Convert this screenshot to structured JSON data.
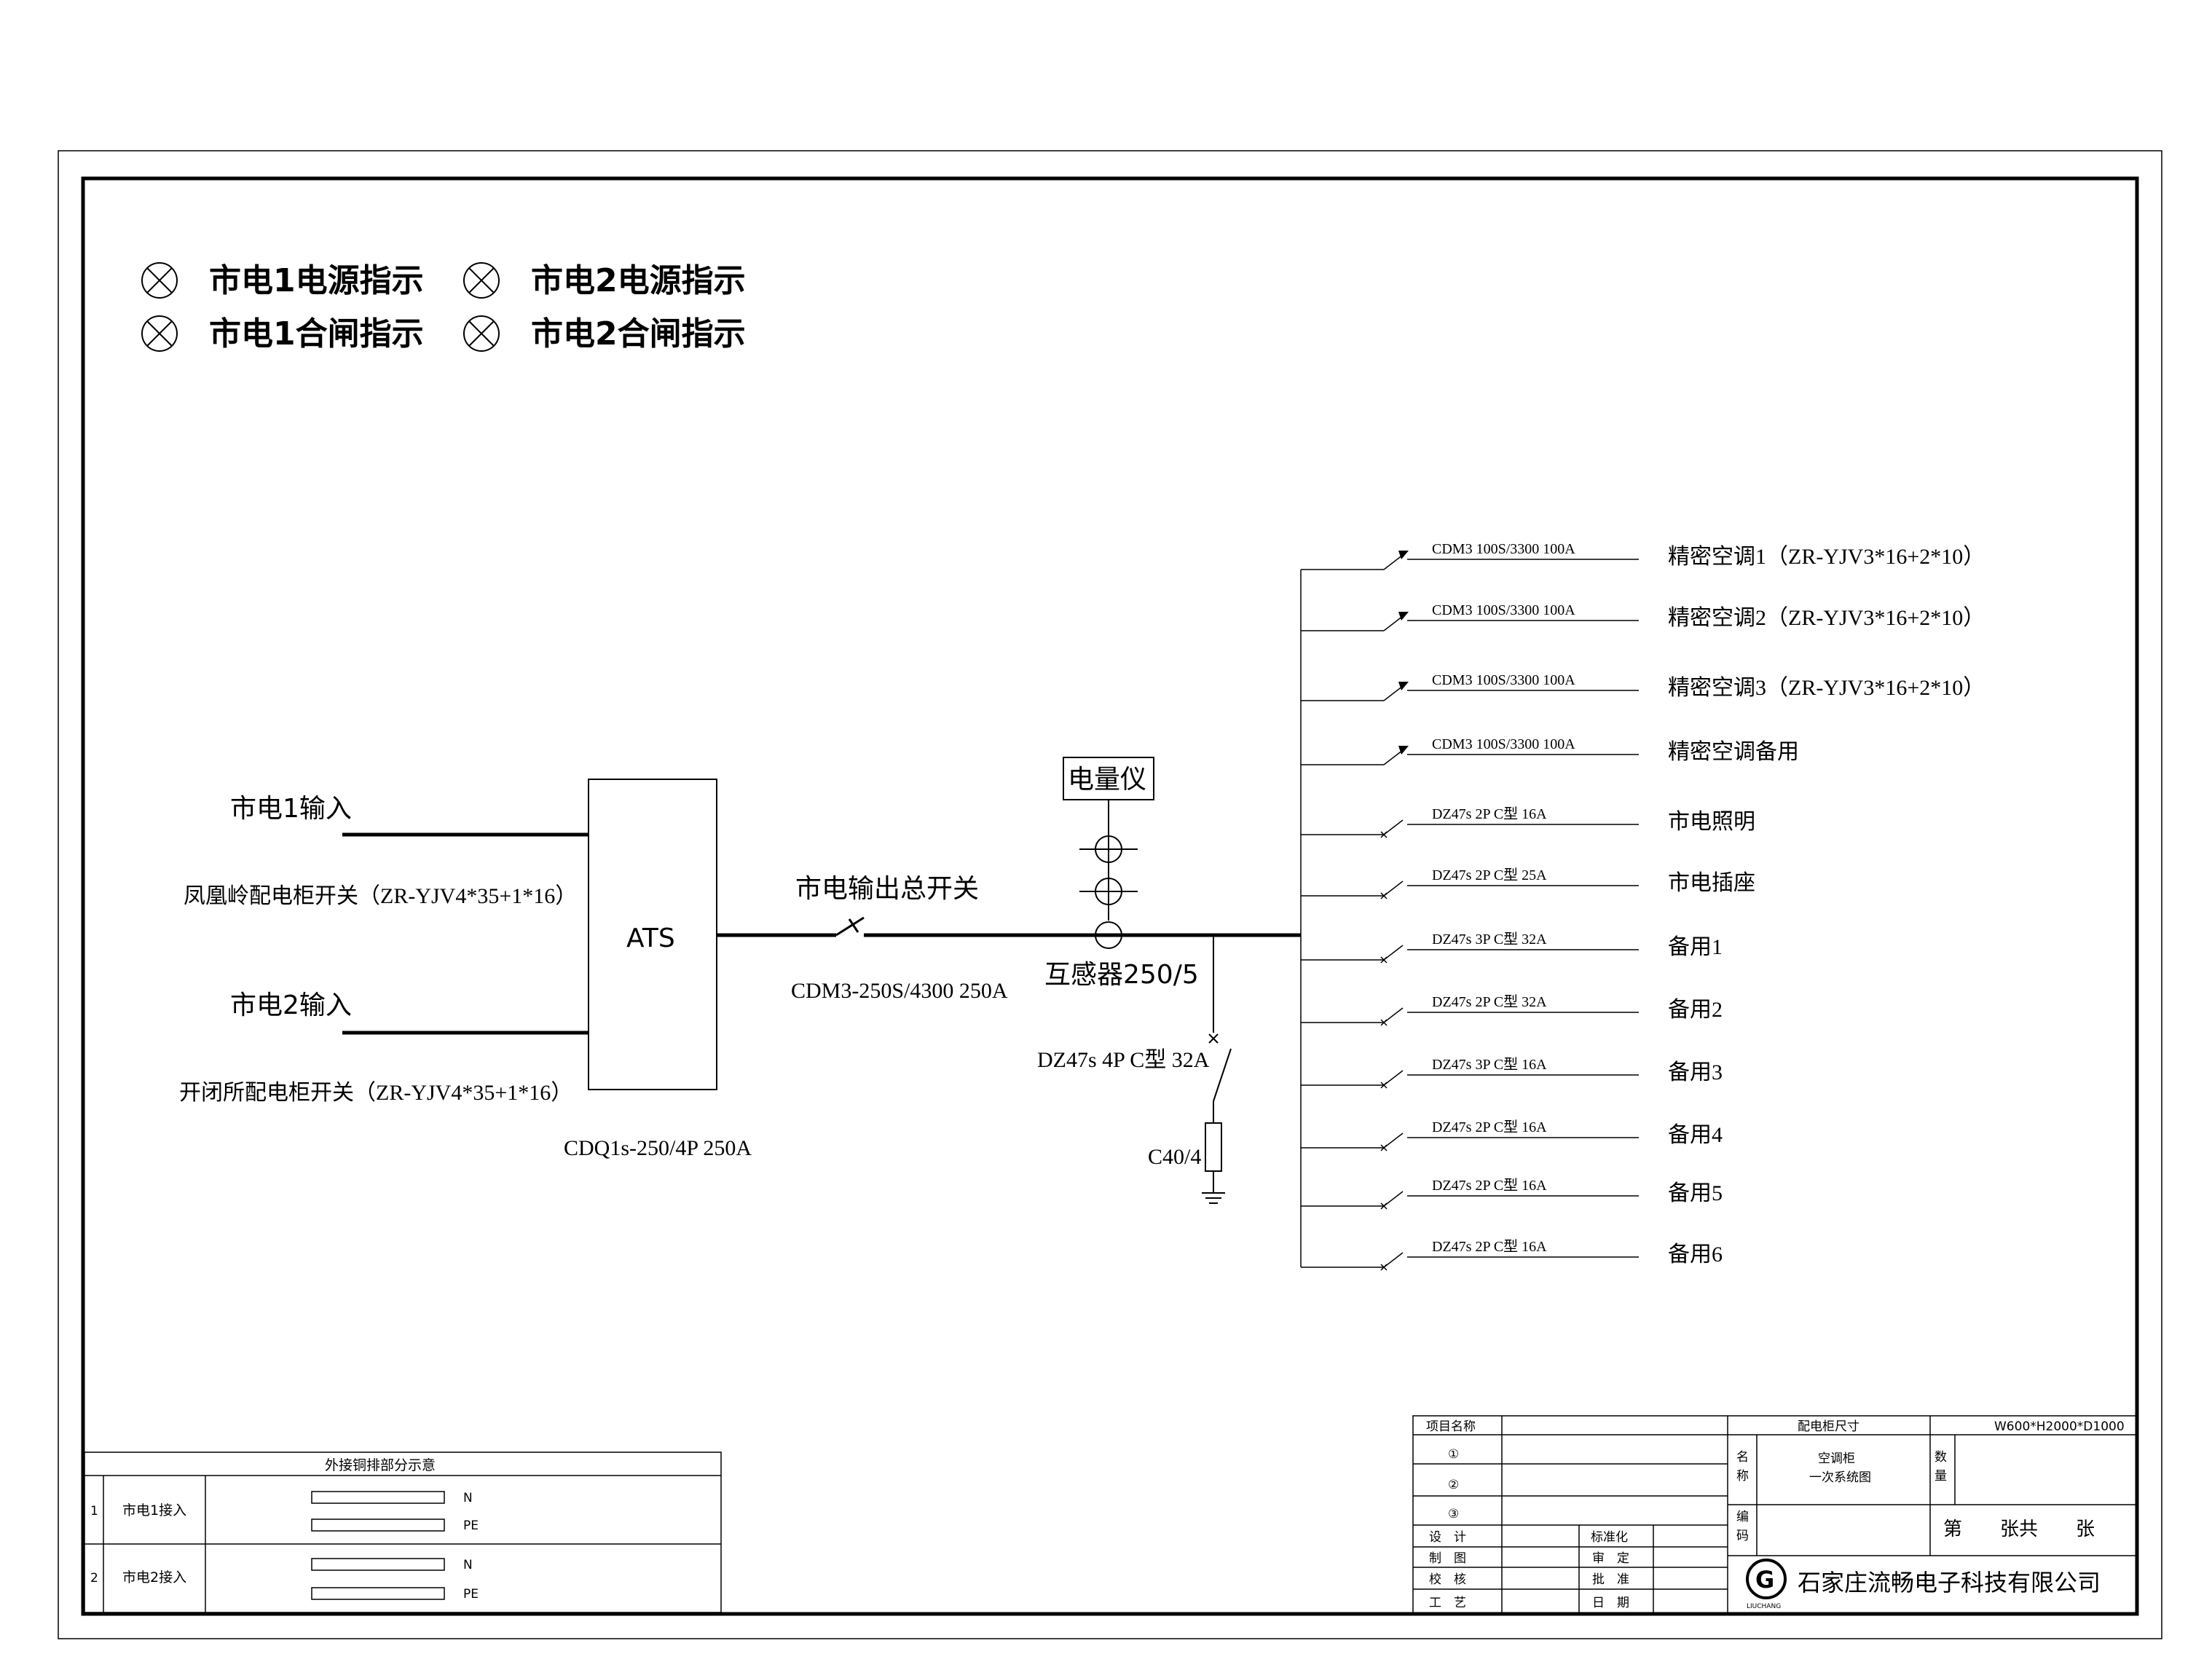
{
  "legend": [
    {
      "text": "市电1电源指示"
    },
    {
      "text": "市电2电源指示"
    },
    {
      "text": "市电1合闸指示"
    },
    {
      "text": "市电2合闸指示"
    }
  ],
  "inputs": {
    "in1_label": "市电1输入",
    "in1_source": "凤凰岭配电柜开关（ZR-YJV4*35+1*16）",
    "in2_label": "市电2输入",
    "in2_source": "开闭所配电柜开关（ZR-YJV4*35+1*16）"
  },
  "ats": {
    "label": "ATS",
    "model": "CDQ1s-250/4P 250A"
  },
  "main_switch": {
    "label": "市电输出总开关",
    "model": "CDM3-250S/4300 250A"
  },
  "meter": {
    "label": "电量仪",
    "ct": "互感器250/5"
  },
  "surge": {
    "breaker": "DZ47s 4P C型 32A",
    "spd": "C40/4"
  },
  "feeders": [
    {
      "breaker": "CDM3  100S/3300 100A",
      "load": "精密空调1（ZR-YJV3*16+2*10）",
      "type": "mccb"
    },
    {
      "breaker": "CDM3  100S/3300 100A",
      "load": "精密空调2（ZR-YJV3*16+2*10）",
      "type": "mccb"
    },
    {
      "breaker": "CDM3  100S/3300 100A",
      "load": "精密空调3（ZR-YJV3*16+2*10）",
      "type": "mccb"
    },
    {
      "breaker": "CDM3  100S/3300 100A",
      "load": "精密空调备用",
      "type": "mccb"
    },
    {
      "breaker": "DZ47s  2P  C型  16A",
      "load": "市电照明",
      "type": "mcb"
    },
    {
      "breaker": "DZ47s  2P  C型  25A",
      "load": "市电插座",
      "type": "mcb"
    },
    {
      "breaker": "DZ47s  3P  C型  32A",
      "load": "备用1",
      "type": "mcb"
    },
    {
      "breaker": "DZ47s  2P  C型  32A",
      "load": "备用2",
      "type": "mcb"
    },
    {
      "breaker": "DZ47s  3P  C型  16A",
      "load": "备用3",
      "type": "mcb"
    },
    {
      "breaker": "DZ47s  2P  C型  16A",
      "load": "备用4",
      "type": "mcb"
    },
    {
      "breaker": "DZ47s  2P  C型  16A",
      "load": "备用5",
      "type": "mcb"
    },
    {
      "breaker": "DZ47s  2P  C型  16A",
      "load": "备用6",
      "type": "mcb"
    }
  ],
  "busbar_table": {
    "title": "外接铜排部分示意",
    "rows": [
      {
        "no": "1",
        "name": "市电1接入",
        "bar1": "N",
        "bar2": "PE"
      },
      {
        "no": "2",
        "name": "市电2接入",
        "bar1": "N",
        "bar2": "PE"
      }
    ]
  },
  "title_block": {
    "project_label": "项目名称",
    "circle1": "①",
    "circle2": "②",
    "circle3": "③",
    "design": "设　计",
    "draw": "制　图",
    "check": "校　核",
    "craft": "工　艺",
    "std": "标准化",
    "review": "审　定",
    "approve": "批　准",
    "date": "日　期",
    "size_label": "配电柜尺寸",
    "size_value": "W600*H2000*D1000",
    "name_label_1": "名",
    "name_label_2": "称",
    "name_value_1": "空调柜",
    "name_value_2": "一次系统图",
    "qty_label_1": "数",
    "qty_label_2": "量",
    "code_label_1": "编",
    "code_label_2": "码",
    "sheet": "第　　张共　　张",
    "logo_sub": "LIUCHANG",
    "company": "石家庄流畅电子科技有限公司"
  }
}
